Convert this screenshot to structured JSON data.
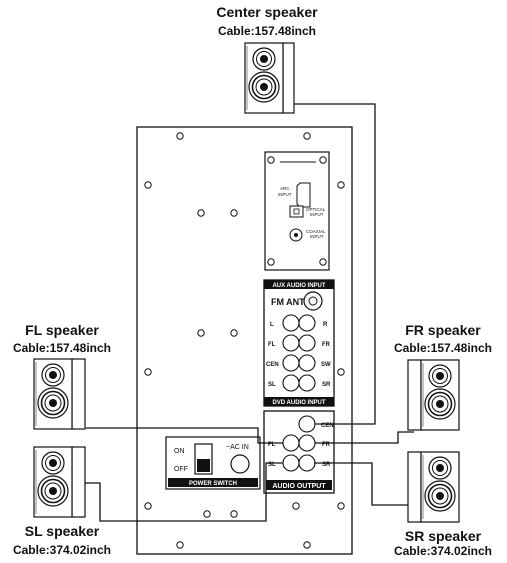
{
  "speakers": {
    "center": {
      "name": "Center speaker",
      "cable": "Cable:157.48inch"
    },
    "fl": {
      "name": "FL speaker",
      "cable": "Cable:157.48inch"
    },
    "fr": {
      "name": "FR speaker",
      "cable": "Cable:157.48inch"
    },
    "sl": {
      "name": "SL speaker",
      "cable": "Cable:374.02inch"
    },
    "sr": {
      "name": "SR speaker",
      "cable": "Cable:374.02inch"
    }
  },
  "input_panel": {
    "arc": [
      "ARC",
      "INPUT"
    ],
    "optical": [
      "OPTICAL",
      "INPUT"
    ],
    "coaxial": [
      "COAXIAL",
      "INPUT"
    ]
  },
  "aux_panel": {
    "top_label": "AUX AUDIO INPUT",
    "fm_ant": "FM ANT",
    "l": "L",
    "r": "R",
    "fl": "FL",
    "fr": "FR",
    "cen": "CEN",
    "sw": "SW",
    "sl": "SL",
    "sr": "SR",
    "bottom_label": "DVD AUDIO INPUT"
  },
  "power": {
    "on": "ON",
    "off": "OFF",
    "ac_in": "~AC IN",
    "label": "POWER SWITCH"
  },
  "output_panel": {
    "cen": "CEN",
    "fl": "FL",
    "fr": "FR",
    "sl": "SL",
    "sr": "SR",
    "label": "AUDIO OUTPUT"
  }
}
